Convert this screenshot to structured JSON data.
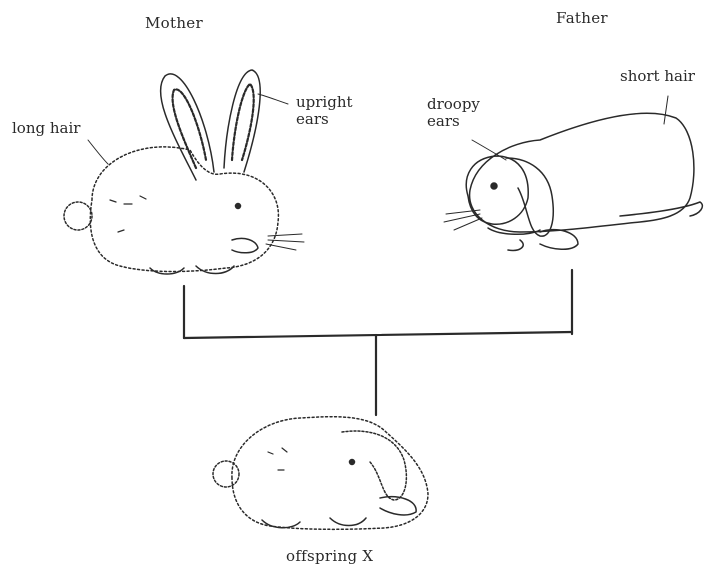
{
  "parents": {
    "mother": {
      "label": "Mother"
    },
    "father": {
      "label": "Father"
    }
  },
  "mother_traits": {
    "hair": "long hair",
    "ears_line1": "upright",
    "ears_line2": "ears"
  },
  "father_traits": {
    "hair": "short hair",
    "ears_line1": "droopy",
    "ears_line2": "ears"
  },
  "offspring": {
    "label": "offspring X"
  },
  "colors": {
    "ink": "#2a2a2a",
    "background": "#ffffff"
  }
}
